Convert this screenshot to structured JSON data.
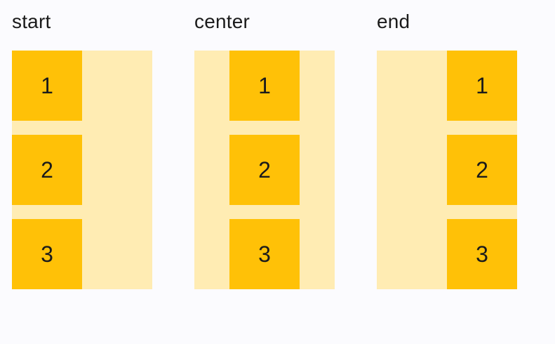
{
  "colors": {
    "page_bg": "#FBFBFE",
    "container_bg": "#FFECB3",
    "item_bg": "#FFC107",
    "text": "#1B1B1B"
  },
  "groups": [
    {
      "label": "start",
      "alignment": "start",
      "items": [
        "1",
        "2",
        "3"
      ]
    },
    {
      "label": "center",
      "alignment": "center",
      "items": [
        "1",
        "2",
        "3"
      ]
    },
    {
      "label": "end",
      "alignment": "end",
      "items": [
        "1",
        "2",
        "3"
      ]
    }
  ]
}
